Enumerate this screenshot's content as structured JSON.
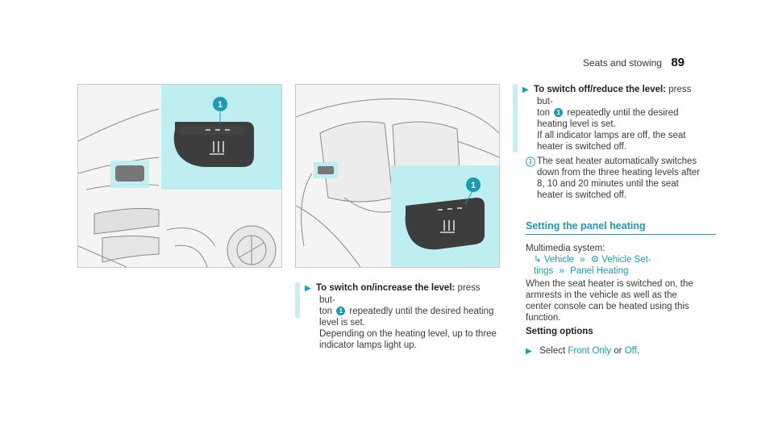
{
  "header": {
    "section": "Seats and stowing",
    "page_number": "89"
  },
  "figures": {
    "left_callout": "1",
    "right_callout": "1"
  },
  "col_middle": {
    "step_title": "To switch on/increase the level:",
    "step_text_1": "press but-",
    "step_text_2": "ton",
    "step_callout": "1",
    "step_text_3": "repeatedly until the desired heating level is set.",
    "step_text_4": "Depending on the heating level, up to three indicator lamps light up."
  },
  "col_right": {
    "step_title": "To switch off/reduce the level:",
    "step_text_1": "press but-",
    "step_text_2": "ton",
    "step_callout": "1",
    "step_text_3": "repeatedly until the desired heating level is set.",
    "step_text_4": "If all indicator lamps are off, the seat heater is switched off.",
    "note_text": "The seat heater automatically switches down from the three heating levels after 8, 10 and 20 minutes until the seat heater is switched off.",
    "section_title": "Setting the panel heating",
    "menu_intro": "Multimedia system:",
    "menu_vehicle": "Vehicle",
    "menu_vehicle_settings_1": "Vehicle Set-",
    "menu_vehicle_settings_2": "tings",
    "menu_panel_heating": "Panel Heating",
    "desc": "When the seat heater is switched on, the armrests in the vehicle as well as the center console can be heated using this function.",
    "options_title": "Setting options",
    "select_text": "Select",
    "option_front_only": "Front Only",
    "or_text": "or",
    "option_off": "Off",
    "period": "."
  },
  "colors": {
    "accent": "#1a9bb0",
    "highlight": "#bfeef0",
    "bar": "#c9eef0"
  }
}
